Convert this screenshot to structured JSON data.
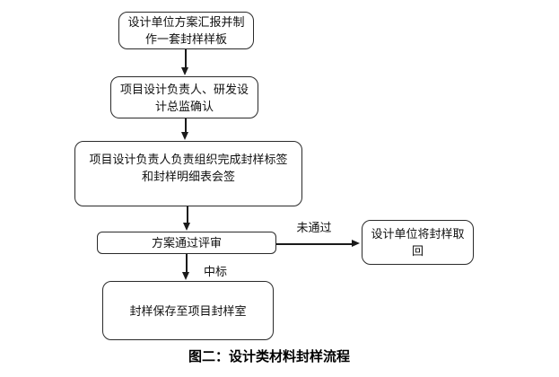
{
  "figure": {
    "caption": "图二：设计类材料封样流程"
  },
  "colors": {
    "line": "#1a1a1a",
    "border": "#2a2a2a",
    "background": "#ffffff",
    "text": "#111111"
  },
  "flowchart": {
    "nodes": [
      {
        "id": "report",
        "shape": "rounded-rect",
        "text": "设计单位方案汇报并制\n作一套封样样板"
      },
      {
        "id": "confirm",
        "shape": "rounded-rect",
        "text": "项目设计负责人、研发设\n计总监确认"
      },
      {
        "id": "sign",
        "shape": "rounded-rect",
        "text": "项目设计负责人负责组织完成封样标签\n和封样明细表会签"
      },
      {
        "id": "review",
        "shape": "rounded-rect",
        "text": "方案通过评审"
      },
      {
        "id": "retrieve",
        "shape": "rounded-rect",
        "text": "设计单位将封样取\n回"
      },
      {
        "id": "store",
        "shape": "rounded-rect",
        "text": "封样保存至项目封样室"
      }
    ],
    "edges": [
      {
        "from": "report",
        "to": "confirm",
        "label": ""
      },
      {
        "from": "confirm",
        "to": "sign",
        "label": ""
      },
      {
        "from": "sign",
        "to": "review",
        "label": ""
      },
      {
        "from": "review",
        "to": "retrieve",
        "label": "未通过"
      },
      {
        "from": "review",
        "to": "store",
        "label": "中标"
      }
    ]
  }
}
